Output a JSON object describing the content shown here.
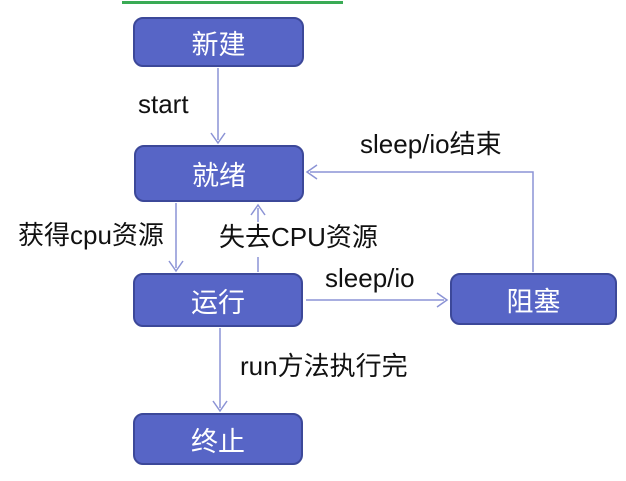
{
  "colors": {
    "background": "#ffffff",
    "accent_line": "#3aab55",
    "node_fill": "#5765c6",
    "node_border": "#3c4899",
    "node_text": "#ffffff",
    "arrow": "#8b93d5",
    "label_text": "#111111"
  },
  "nodes": {
    "new": {
      "label": "新建"
    },
    "ready": {
      "label": "就绪"
    },
    "running": {
      "label": "运行"
    },
    "blocked": {
      "label": "阻塞"
    },
    "terminated": {
      "label": "终止"
    }
  },
  "edges": {
    "start": {
      "label": "start",
      "from": "new",
      "to": "ready"
    },
    "acquire_cpu": {
      "label": "获得cpu资源",
      "from": "ready",
      "to": "running"
    },
    "lose_cpu": {
      "label": "失去CPU资源",
      "from": "running",
      "to": "ready"
    },
    "sleep_io": {
      "label": "sleep/io",
      "from": "running",
      "to": "blocked"
    },
    "sleep_io_end": {
      "label": "sleep/io结束",
      "from": "blocked",
      "to": "ready"
    },
    "run_complete": {
      "label": "run方法执行完",
      "from": "running",
      "to": "terminated"
    }
  }
}
